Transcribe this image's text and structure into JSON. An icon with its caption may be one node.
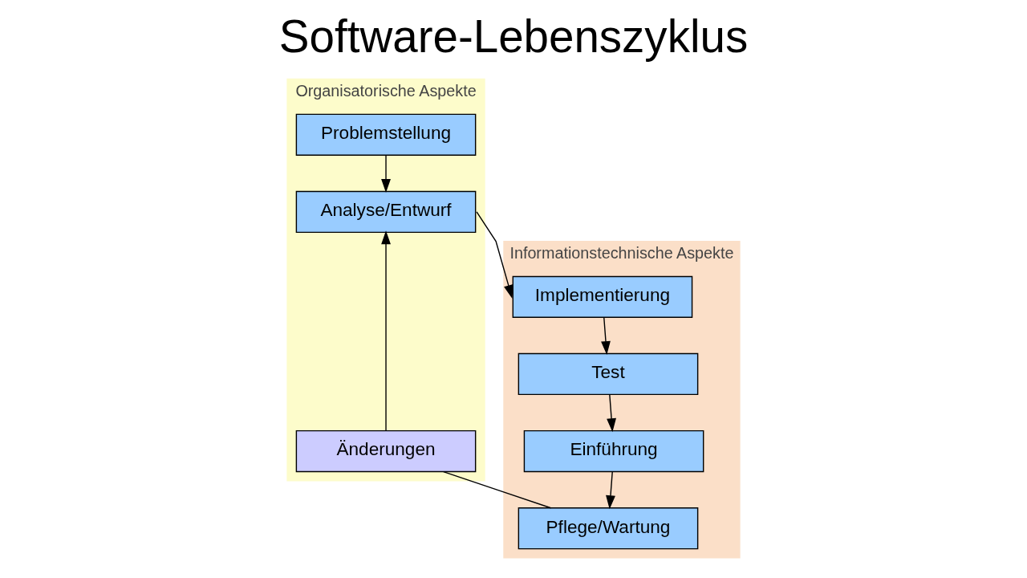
{
  "diagram": {
    "title": "Software-Lebenszyklus",
    "nodes": [
      {
        "text": [
          "Organisatorische Aspekte"
        ]
      },
      {
        "text": [
          "Problemstellung"
        ],
        "in": 0
      },
      {
        "text": [
          "Analyse/Entwurf"
        ],
        "in": 0
      },
      {
        "text": [
          "Änderungen"
        ],
        "in": 0
      },
      {
        "text": [
          "Informationstechnische Aspekte"
        ]
      },
      {
        "text": [
          "Implementierung"
        ],
        "in": 4
      },
      {
        "text": [
          "Test"
        ],
        "in": 4
      },
      {
        "text": [
          "Einführung"
        ],
        "in": 4
      },
      {
        "text": [
          "Pflege/Wartung"
        ],
        "in": 4
      }
    ],
    "edges": [
      {
        "from": 1,
        "to": 2,
        "arrow": "to"
      },
      {
        "from": 2,
        "to": 5,
        "arrow": "to"
      },
      {
        "from": 5,
        "to": 6,
        "arrow": "to"
      },
      {
        "from": 6,
        "to": 7,
        "arrow": "to"
      },
      {
        "from": 7,
        "to": 8,
        "arrow": "to"
      },
      {
        "from": 8,
        "to": 3,
        "arrow": "none"
      },
      {
        "from": 3,
        "to": 2,
        "arrow": "to"
      }
    ]
  }
}
